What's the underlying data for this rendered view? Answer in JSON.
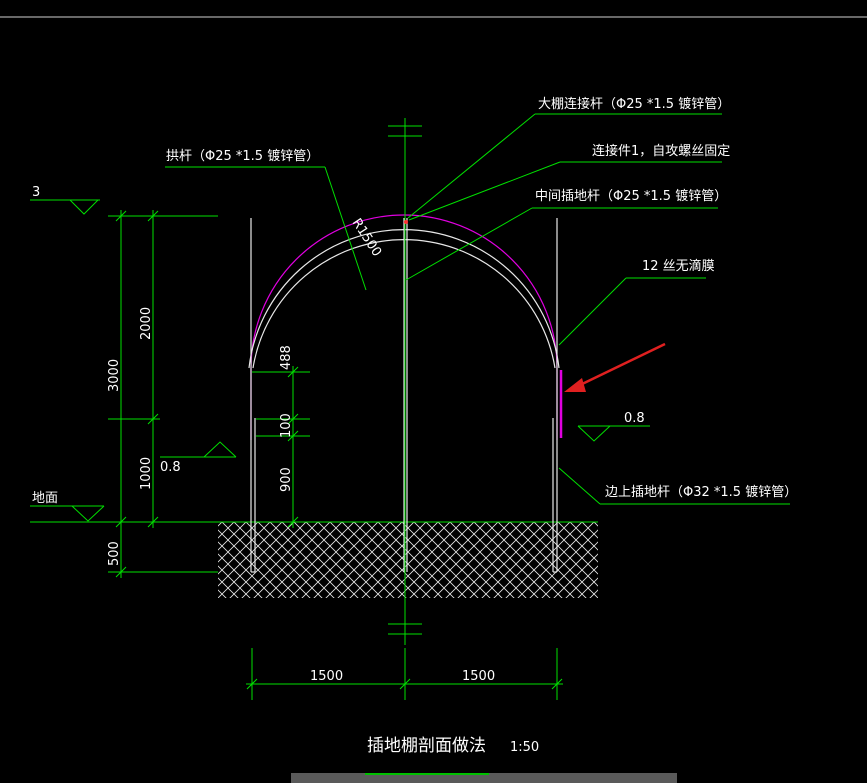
{
  "labels": {
    "connecting_rod": "大棚连接杆（Φ25 *1.5 镀锌管）",
    "connector": "连接件1，自攻螺丝固定",
    "middle_rod": "中间插地杆（Φ25 *1.5 镀锌管）",
    "arch_rod": "拱杆（Φ25 *1.5 镀锌管）",
    "film": "12 丝无滴膜",
    "side_rod": "边上插地杆（Φ32 *1.5 镀锌管）",
    "ground": "地面",
    "level_top": "3",
    "level_left": "0.8",
    "level_right": "0.8",
    "radius": "R1500"
  },
  "dimensions": {
    "total_height": "3000",
    "upper_height": "2000",
    "lower_height": "1000",
    "embed_depth": "500",
    "d488": "488",
    "d100": "100",
    "d900": "900",
    "left_span": "1500",
    "right_span": "1500"
  },
  "title": {
    "text": "插地棚剖面做法",
    "scale": "1:50"
  },
  "colors": {
    "background": "#000000",
    "dimension_lines": "#00e000",
    "pipes": "#e8e8e8",
    "film": "#e000e0",
    "annotation_arrow": "#e02020",
    "status_bar": "#5a5a5a"
  }
}
